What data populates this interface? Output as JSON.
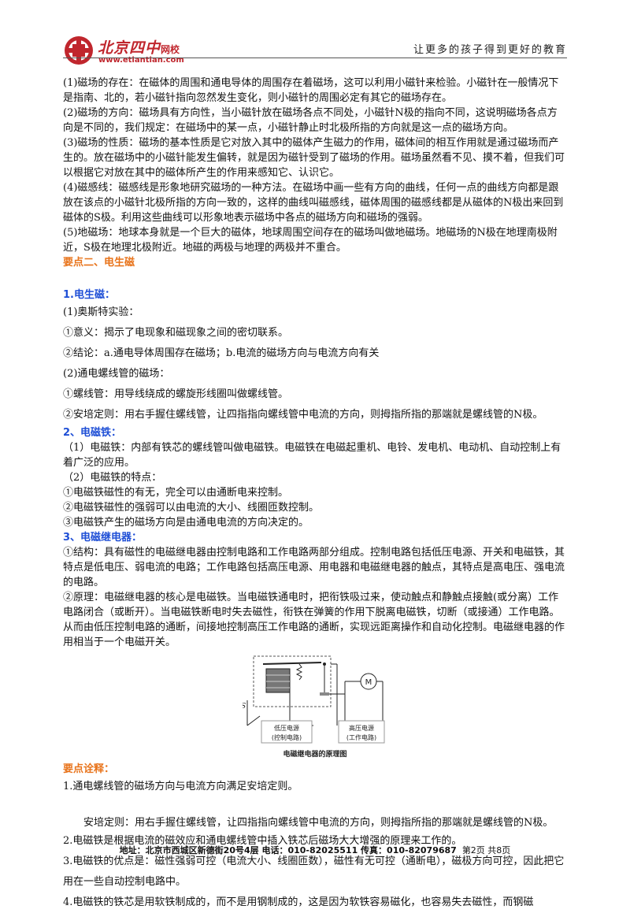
{
  "header": {
    "logo_cn": "北京四中",
    "logo_small": "网校",
    "logo_url": "www.etiantian.com",
    "slogan": "让更多的孩子得到更好的教育",
    "brand_color": "#c0262d"
  },
  "magnetism_points": [
    "(1)磁场的存在：在磁体的周围和通电导体的周围存在着磁场，这可以利用小磁针来检验。小磁针在一般情况下是指南、北的，若小磁针指向忽然发生变化，则小磁针的周围必定有其它的磁场存在。",
    "(2)磁场的方向：磁场具有方向性，当小磁针放在磁场各点不同处，小磁针N极的指向不同，这说明磁场各点方向是不同的，我们规定：在磁场中的某一点，小磁针静止时北极所指的方向就是这一点的磁场方向。",
    "(3)磁场的性质：磁场的基本性质是它对放入其中的磁体产生磁力的作用，磁体间的相互作用就是通过磁场而产生的。放在磁场中的小磁针能发生偏转，就是因为磁针受到了磁场的作用。磁场虽然看不见、摸不着，但我们可以根据它对放在其中的磁体所产生的作用来感知它、认识它。",
    "(4)磁感线：磁感线是形象地研究磁场的一种方法。在磁场中画一些有方向的曲线，任何一点的曲线方向都是跟放在该点的小磁针北极所指的方向一致的，这样的曲线叫磁感线，磁体周围的磁感线都是从磁体的N极出来回到磁体的S极。利用这些曲线可以形象地表示磁场中各点的磁场方向和磁场的强弱。",
    "(5)地磁场：地球本身就是一个巨大的磁体，地球周围空间存在的磁场叫做地磁场。地磁场的N极在地理南极附近，S极在地理北极附近。地磁的两极与地理的两极并不重合。"
  ],
  "section2": {
    "title": "要点二、电生磁",
    "sub1": {
      "title": "1.电生磁：",
      "lines": [
        "(1)奥斯特实验：",
        "①意义：揭示了电现象和磁现象之间的密切联系。",
        "②结论：a.通电导体周围存在磁场；b.电流的磁场方向与电流方向有关",
        "(2)通电螺线管的磁场：",
        "①螺线管：用导线绕成的螺旋形线圈叫做螺线管。",
        "②安培定则：用右手握住螺线管，让四指指向螺线管中电流的方向，则拇指所指的那端就是螺线管的N极。"
      ]
    },
    "sub2": {
      "title": "2、电磁铁：",
      "lines": [
        "（1）电磁铁：内部有铁芯的螺线管叫做电磁铁。电磁铁在电磁起重机、电铃、发电机、电动机、自动控制上有着广泛的应用。",
        "（2）电磁铁的特点：",
        "①电磁铁磁性的有无，完全可以由通断电来控制。",
        "②电磁铁磁性的强弱可以由电流的大小、线圈匝数控制。",
        "③电磁铁产生的磁场方向是由通电电流的方向决定的。"
      ]
    },
    "sub3": {
      "title": "3、电磁继电器：",
      "lines": [
        "①结构：具有磁性的电磁继电器由控制电路和工作电路两部分组成。控制电路包括低压电源、开关和电磁铁，其特点是低电压、弱电流的电路；工作电路包括高压电源、用电器和电磁继电器的触点，其特点是高电压、强电流的电路。",
        "②原理：电磁继电器的核心是电磁铁。当电磁铁通电时，把衔铁吸过来，使动触点和静触点接触(或分离）工作电路闭合（或断开）。当电磁铁断电时失去磁性，衔铁在弹簧的作用下脱离电磁铁，切断（或接通）工作电路。从而由低压控制电路的通断，间接地控制高压工作电路的通断，实现远距离操作和自动化控制。电磁继电器的作用相当于一个电磁开关。"
      ]
    }
  },
  "figure": {
    "switch_label": "S",
    "motor_label": "M",
    "low_voltage_label": "低压电源",
    "control_circuit_label": "(控制电路)",
    "high_voltage_label": "高压电源",
    "work_circuit_label": "(工作电路)",
    "caption": "电磁继电器的原理图"
  },
  "key_notes": {
    "title": "要点诠释：",
    "lines": [
      "1.通电螺线管的磁场方向与电流方向满足安培定则。",
      "安培定则：用右手握住螺线管，让四指指向螺线管中电流的方向，则拇指所指的那端就是螺线管的N极。",
      "2.电磁铁是根据电流的磁效应和通电螺线管中插入铁芯后磁场大大增强的原理来工作的。",
      "3.电磁铁的优点是：磁性强弱可控（电流大小、线圈匝数），磁性有无可控（通断电），磁极方向可控，因此把它用在一些自动控制电路中。",
      "4.电磁铁的铁芯是用软铁制成的，而不是用钢制成的，这是因为软铁容易磁化，也容易失去磁性，而钢磁"
    ]
  },
  "accent_colors": {
    "orange": "#e8731a",
    "blue": "#1f4fd6"
  },
  "footer": {
    "address": "地址：北京市西城区新德街20号4层  电话：010-82025511  传真：010-82079687",
    "page": "第2页  共8页"
  }
}
